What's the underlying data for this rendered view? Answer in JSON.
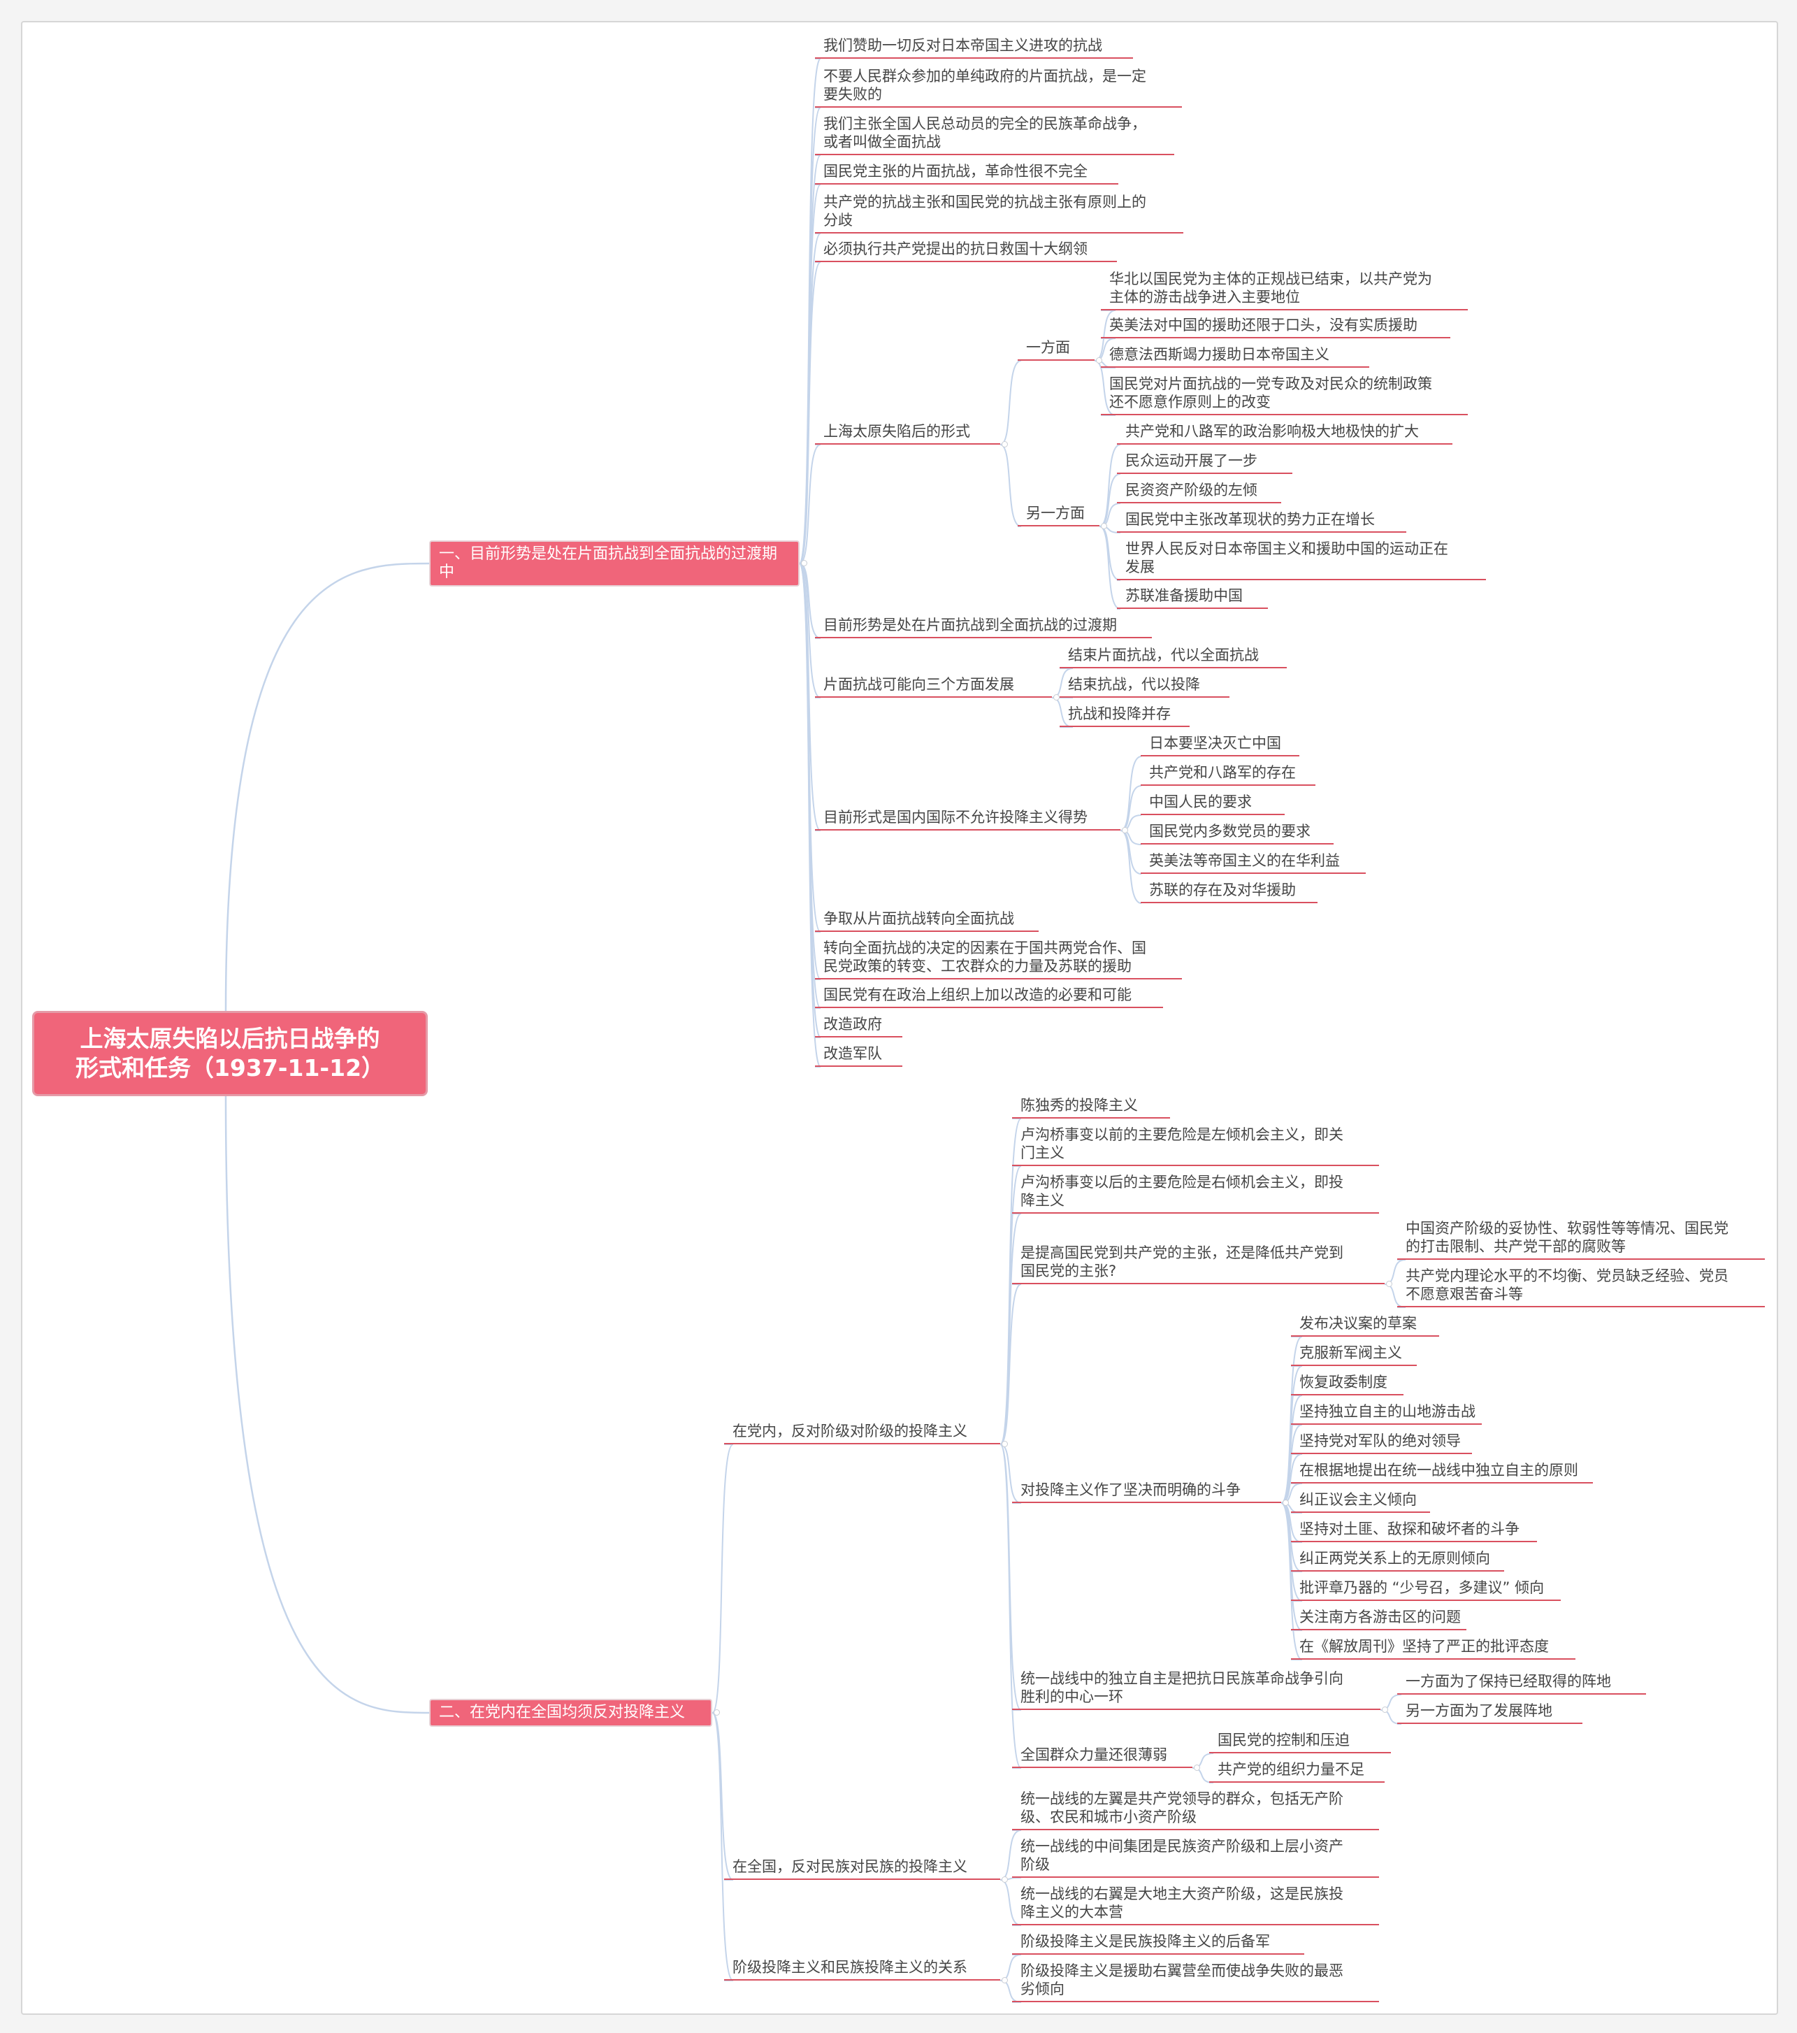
{
  "colors": {
    "accent": "#f0657a",
    "underline": "#d9505f",
    "connector": "#c4d4ea",
    "text": "#454545"
  },
  "root": {
    "text": "上海太原失陷以后抗日战争的\n形式和任务（1937-11-12）",
    "children": [
      {
        "text": "一、目前形势是处在片面抗战到全面抗战的过渡期\n中",
        "children": [
          {
            "text": "我们赞助一切反对日本帝国主义进攻的抗战"
          },
          {
            "text": "不要人民群众参加的单纯政府的片面抗战，是一定\n要失败的"
          },
          {
            "text": "我们主张全国人民总动员的完全的民族革命战争，\n或者叫做全面抗战"
          },
          {
            "text": "国民党主张的片面抗战，革命性很不完全"
          },
          {
            "text": "共产党的抗战主张和国民党的抗战主张有原则上的\n分歧"
          },
          {
            "text": "必须执行共产党提出的抗日救国十大纲领"
          },
          {
            "text": "上海太原失陷后的形式",
            "children": [
              {
                "text": "一方面",
                "children": [
                  {
                    "text": "华北以国民党为主体的正规战已结束，以共产党为\n主体的游击战争进入主要地位"
                  },
                  {
                    "text": "英美法对中国的援助还限于口头，没有实质援助"
                  },
                  {
                    "text": "德意法西斯竭力援助日本帝国主义"
                  },
                  {
                    "text": "国民党对片面抗战的一党专政及对民众的统制政策\n还不愿意作原则上的改变"
                  }
                ]
              },
              {
                "text": "另一方面",
                "children": [
                  {
                    "text": "共产党和八路军的政治影响极大地极快的扩大"
                  },
                  {
                    "text": "民众运动开展了一步"
                  },
                  {
                    "text": "民资资产阶级的左倾"
                  },
                  {
                    "text": "国民党中主张改革现状的势力正在增长"
                  },
                  {
                    "text": "世界人民反对日本帝国主义和援助中国的运动正在\n发展"
                  },
                  {
                    "text": "苏联准备援助中国"
                  }
                ]
              }
            ]
          },
          {
            "text": "目前形势是处在片面抗战到全面抗战的过渡期"
          },
          {
            "text": "片面抗战可能向三个方面发展",
            "children": [
              {
                "text": "结束片面抗战，代以全面抗战"
              },
              {
                "text": "结束抗战，代以投降"
              },
              {
                "text": "抗战和投降并存"
              }
            ]
          },
          {
            "text": "目前形式是国内国际不允许投降主义得势",
            "children": [
              {
                "text": "日本要坚决灭亡中国"
              },
              {
                "text": "共产党和八路军的存在"
              },
              {
                "text": "中国人民的要求"
              },
              {
                "text": "国民党内多数党员的要求"
              },
              {
                "text": "英美法等帝国主义的在华利益"
              },
              {
                "text": "苏联的存在及对华援助"
              }
            ]
          },
          {
            "text": "争取从片面抗战转向全面抗战"
          },
          {
            "text": "转向全面抗战的决定的因素在于国共两党合作、国\n民党政策的转变、工农群众的力量及苏联的援助"
          },
          {
            "text": "国民党有在政治上组织上加以改造的必要和可能"
          },
          {
            "text": "改造政府"
          },
          {
            "text": "改造军队"
          }
        ]
      },
      {
        "text": "二、在党内在全国均须反对投降主义",
        "children": [
          {
            "text": "在党内，反对阶级对阶级的投降主义",
            "children": [
              {
                "text": "陈独秀的投降主义"
              },
              {
                "text": "卢沟桥事变以前的主要危险是左倾机会主义，即关\n门主义"
              },
              {
                "text": "卢沟桥事变以后的主要危险是右倾机会主义，即投\n降主义"
              },
              {
                "text": "是提高国民党到共产党的主张，还是降低共产党到\n国民党的主张?",
                "children": [
                  {
                    "text": "中国资产阶级的妥协性、软弱性等等情况、国民党\n的打击限制、共产党干部的腐败等"
                  },
                  {
                    "text": "共产党内理论水平的不均衡、党员缺乏经验、党员\n不愿意艰苦奋斗等"
                  }
                ]
              },
              {
                "text": "对投降主义作了坚决而明确的斗争",
                "children": [
                  {
                    "text": "发布决议案的草案"
                  },
                  {
                    "text": "克服新军阀主义"
                  },
                  {
                    "text": "恢复政委制度"
                  },
                  {
                    "text": "坚持独立自主的山地游击战"
                  },
                  {
                    "text": "坚持党对军队的绝对领导"
                  },
                  {
                    "text": "在根据地提出在统一战线中独立自主的原则"
                  },
                  {
                    "text": "纠正议会主义倾向"
                  },
                  {
                    "text": "坚持对土匪、敌探和破坏者的斗争"
                  },
                  {
                    "text": "纠正两党关系上的无原则倾向"
                  },
                  {
                    "text": "批评章乃器的 “少号召，多建议” 倾向"
                  },
                  {
                    "text": "关注南方各游击区的问题"
                  },
                  {
                    "text": "在《解放周刊》坚持了严正的批评态度"
                  }
                ]
              },
              {
                "text": "统一战线中的独立自主是把抗日民族革命战争引向\n胜利的中心一环",
                "children": [
                  {
                    "text": "一方面为了保持已经取得的阵地"
                  },
                  {
                    "text": "另一方面为了发展阵地"
                  }
                ]
              },
              {
                "text": "全国群众力量还很薄弱",
                "children": [
                  {
                    "text": "国民党的控制和压迫"
                  },
                  {
                    "text": "共产党的组织力量不足"
                  }
                ]
              }
            ]
          },
          {
            "text": "在全国，反对民族对民族的投降主义",
            "children": [
              {
                "text": "统一战线的左翼是共产党领导的群众，包括无产阶\n级、农民和城市小资产阶级"
              },
              {
                "text": "统一战线的中间集团是民族资产阶级和上层小资产\n阶级"
              },
              {
                "text": "统一战线的右翼是大地主大资产阶级，这是民族投\n降主义的大本营"
              }
            ]
          },
          {
            "text": "阶级投降主义和民族投降主义的关系",
            "children": [
              {
                "text": "阶级投降主义是民族投降主义的后备军"
              },
              {
                "text": "阶级投降主义是援助右翼营垒而使战争失败的最恶\n劣倾向"
              }
            ]
          }
        ]
      }
    ]
  }
}
